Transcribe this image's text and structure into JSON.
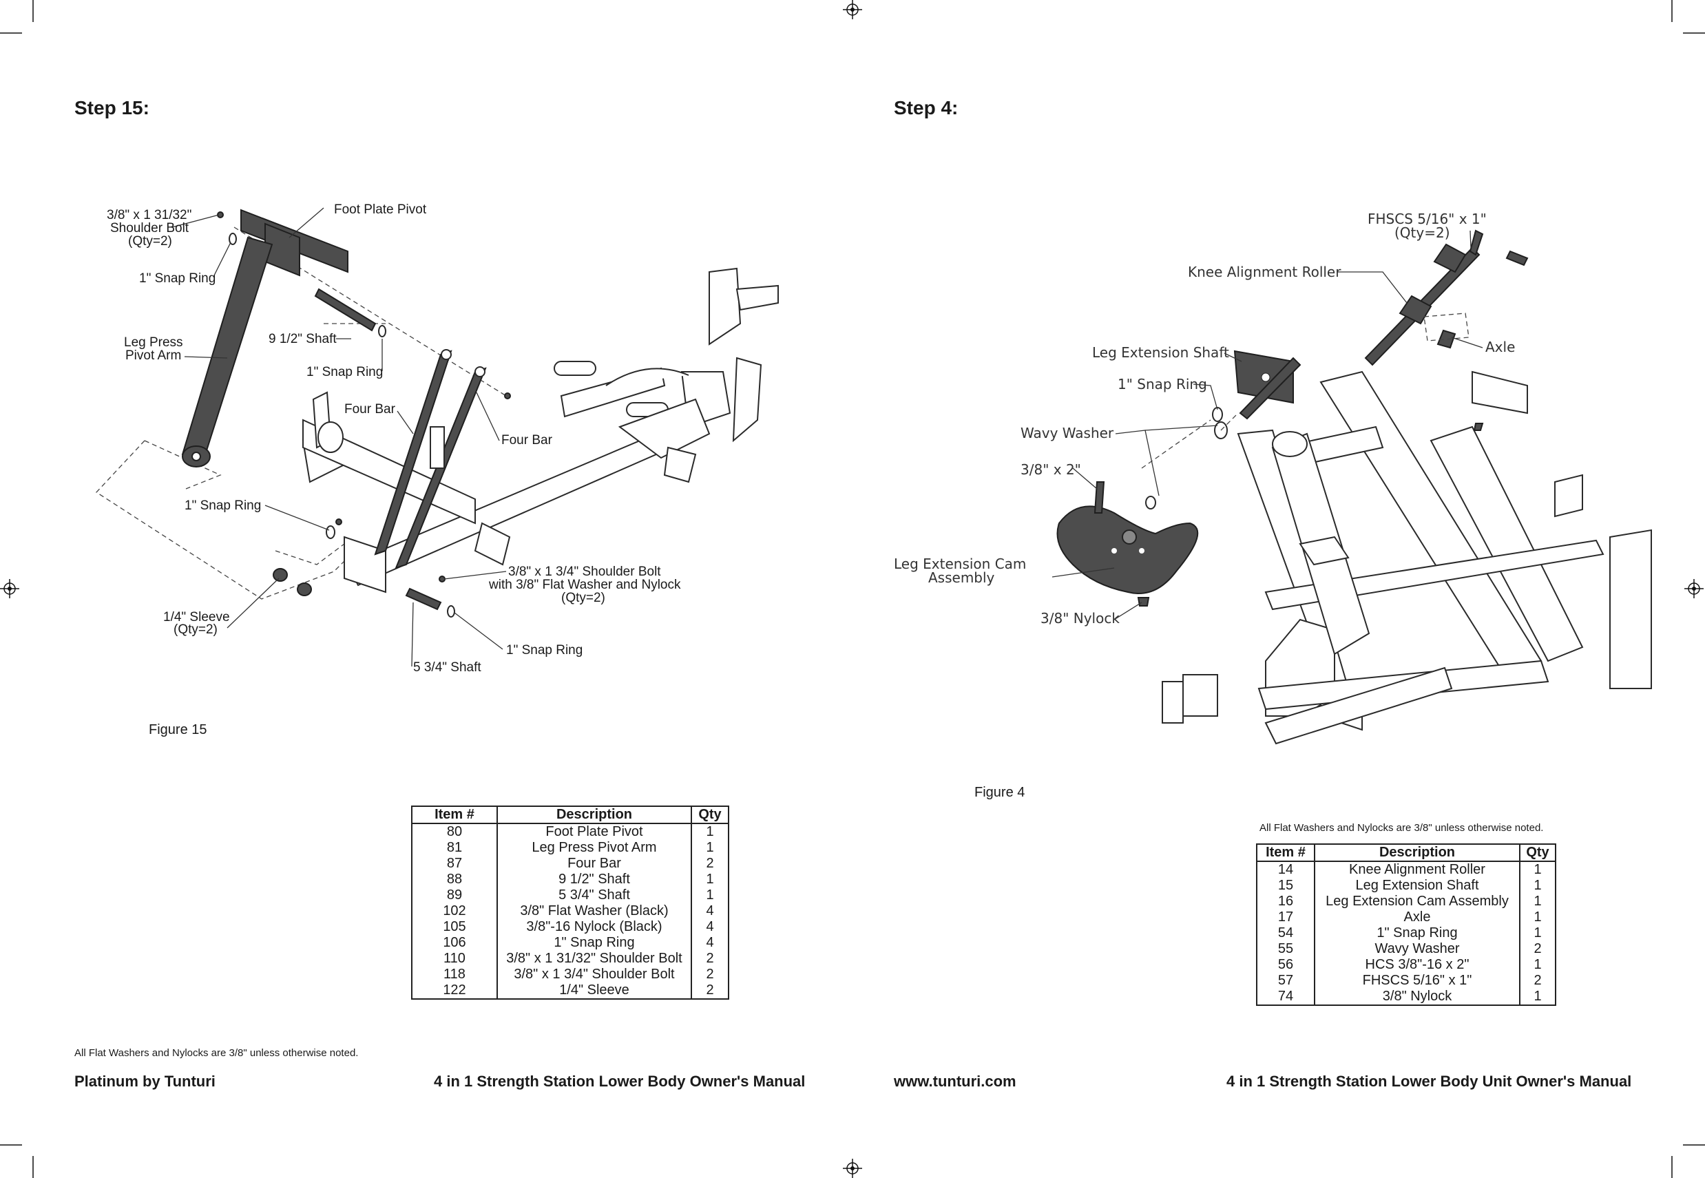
{
  "left_page": {
    "step_title": "Step 15:",
    "figure_caption": "Figure 15",
    "labels": {
      "shoulder_bolt_line1": "3/8\" x 1 31/32\"",
      "shoulder_bolt_line2": "Shoulder Bolt",
      "shoulder_bolt_line3": "(Qty=2)",
      "foot_plate_pivot": "Foot Plate Pivot",
      "snap_ring_top": "1\" Snap Ring",
      "leg_press_line1": "Leg Press",
      "leg_press_line2": "Pivot Arm",
      "shaft_9_half": "9 1/2\" Shaft",
      "snap_ring_mid": "1\" Snap Ring",
      "four_bar_left": "Four Bar",
      "four_bar_right": "Four Bar",
      "snap_ring_low": "1\" Snap Ring",
      "shoulder_bolt2_line1": "3/8\" x 1 3/4\" Shoulder Bolt",
      "shoulder_bolt2_line2": "with 3/8\" Flat Washer and Nylock",
      "shoulder_bolt2_line3": "(Qty=2)",
      "sleeve_line1": "1/4\" Sleeve",
      "sleeve_line2": "(Qty=2)",
      "snap_ring_bottom": "1\" Snap Ring",
      "shaft_5_34": "5 3/4\" Shaft"
    },
    "table": {
      "headers": [
        "Item #",
        "Description",
        "Qty"
      ],
      "rows": [
        [
          "80",
          "Foot Plate Pivot",
          "1"
        ],
        [
          "81",
          "Leg Press Pivot Arm",
          "1"
        ],
        [
          "87",
          "Four Bar",
          "2"
        ],
        [
          "88",
          "9 1/2\" Shaft",
          "1"
        ],
        [
          "89",
          "5 3/4\" Shaft",
          "1"
        ],
        [
          "102",
          "3/8\" Flat Washer (Black)",
          "4"
        ],
        [
          "105",
          "3/8\"-16  Nylock (Black)",
          "4"
        ],
        [
          "106",
          "1\" Snap Ring",
          "4"
        ],
        [
          "110",
          "3/8\" x 1 31/32\"  Shoulder Bolt",
          "2"
        ],
        [
          "118",
          "3/8\" x 1 3/4\"  Shoulder Bolt",
          "2"
        ],
        [
          "122",
          "1/4\" Sleeve",
          "2"
        ]
      ]
    },
    "note": "All Flat Washers and Nylocks are 3/8\" unless otherwise noted.",
    "footer_left": "Platinum by Tunturi",
    "footer_right": "4 in 1 Strength Station Lower Body Owner's Manual"
  },
  "right_page": {
    "step_title": "Step 4:",
    "figure_caption": "Figure 4",
    "labels": {
      "fhscs_line1": "FHSCS 5/16\" x 1\"",
      "fhscs_line2": "(Qty=2)",
      "knee_alignment_roller": "Knee Alignment Roller",
      "axle": "Axle",
      "leg_extension_shaft": "Leg Extension Shaft",
      "snap_ring": "1\" Snap Ring",
      "wavy_washer": "Wavy Washer",
      "bolt_3_8_x_2": "3/8\" x 2\"",
      "cam_line1": "Leg Extension Cam",
      "cam_line2": "Assembly",
      "nylock": "3/8\" Nylock"
    },
    "note": "All Flat Washers and Nylocks are 3/8\" unless otherwise noted.",
    "table": {
      "headers": [
        "Item #",
        "Description",
        "Qty"
      ],
      "rows": [
        [
          "14",
          "Knee Alignment Roller",
          "1"
        ],
        [
          "15",
          "Leg Extension Shaft",
          "1"
        ],
        [
          "16",
          "Leg Extension Cam Assembly",
          "1"
        ],
        [
          "17",
          "Axle",
          "1"
        ],
        [
          "54",
          "1\" Snap Ring",
          "1"
        ],
        [
          "55",
          "Wavy Washer",
          "2"
        ],
        [
          "56",
          "HCS 3/8\"-16 x 2\"",
          "1"
        ],
        [
          "57",
          "FHSCS 5/16\" x 1\"",
          "2"
        ],
        [
          "74",
          "3/8\" Nylock",
          "1"
        ]
      ]
    },
    "footer_left": "www.tunturi.com",
    "footer_right": "4 in 1 Strength Station Lower Body Unit Owner's Manual"
  }
}
